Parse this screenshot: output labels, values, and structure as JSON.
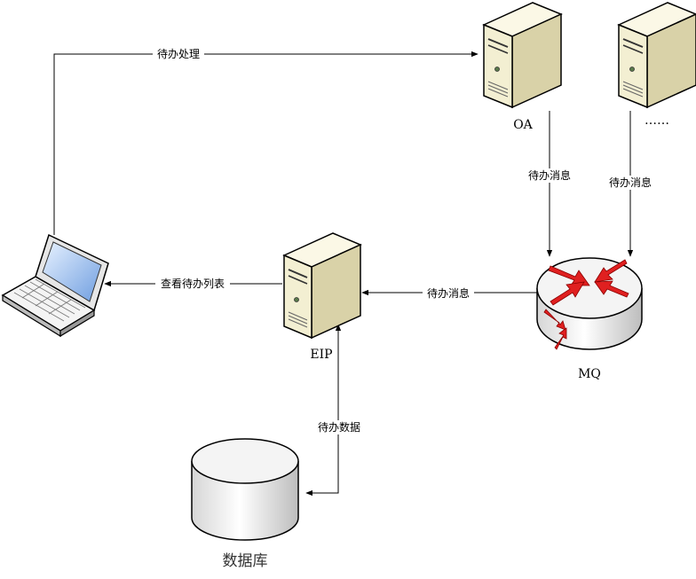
{
  "nodes": {
    "oa": {
      "label": "OA"
    },
    "other": {
      "label": "……"
    },
    "mq": {
      "label": "MQ"
    },
    "eip": {
      "label": "EIP"
    },
    "db": {
      "label": "数据库"
    }
  },
  "edges": {
    "laptop_to_oa": {
      "label": "待办处理"
    },
    "oa_to_mq": {
      "label": "待办消息"
    },
    "other_to_mq": {
      "label": "待办消息"
    },
    "mq_to_eip": {
      "label": "待办消息"
    },
    "eip_to_laptop": {
      "label": "查看待办列表"
    },
    "db_to_eip": {
      "label": "待办数据"
    }
  },
  "colors": {
    "server_body": "#f3efd2",
    "server_side": "#d9d2a8",
    "router_arrow": "#e02020"
  }
}
